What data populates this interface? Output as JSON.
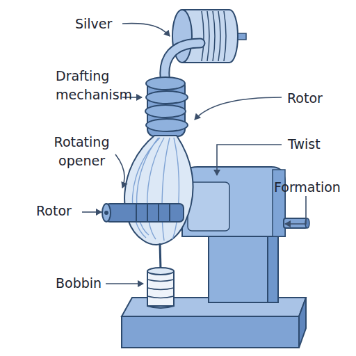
{
  "diagram": {
    "labels": [
      "Silver",
      "Drafting mechanism",
      "Rotor",
      "Rotating opener",
      "Twist",
      "Formation",
      "Rotor",
      "Bobbin"
    ]
  }
}
